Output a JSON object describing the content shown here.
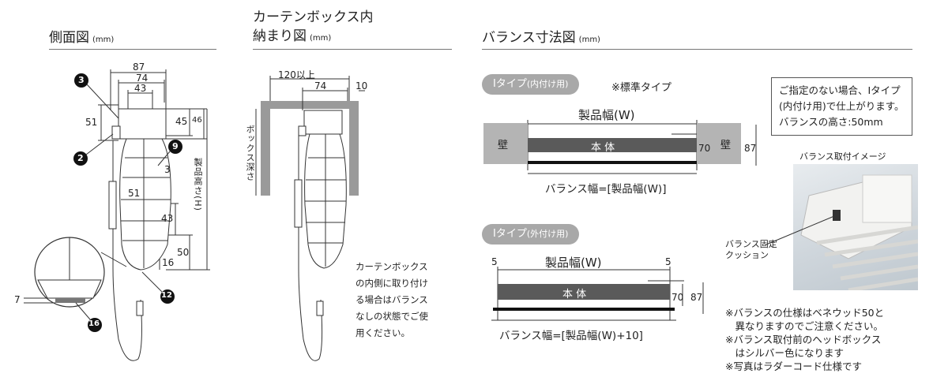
{
  "side_view": {
    "title": "側面図",
    "unit": "(mm)",
    "dims": {
      "d87": "87",
      "d74": "74",
      "d43": "43",
      "d51a": "51",
      "d45": "45",
      "d46": "46",
      "d3": "3",
      "d51b": "51",
      "d43b": "43",
      "d50": "50",
      "d16": "16",
      "d7": "7"
    },
    "height_label": "製品高さ(H)",
    "callouts": [
      "3",
      "2",
      "9",
      "12",
      "16"
    ]
  },
  "box_view": {
    "title_line1": "カーテンボックス内",
    "title_line2": "納まり図",
    "unit": "(mm)",
    "dims": {
      "d120": "120以上",
      "d74": "74",
      "d10": "10"
    },
    "depth_label": "ボックス深さ",
    "note_lines": [
      "カーテンボックス",
      "の内側に取り付け",
      "る場合はバランス",
      "なしの状態でご使",
      "用ください。"
    ]
  },
  "valance": {
    "title": "バランス寸法図",
    "unit": "(mm)",
    "type_inner": {
      "pill_main": "Iタイプ",
      "pill_sub": "(内付け用)",
      "tag": "※標準タイプ",
      "width_label": "製品幅(W)",
      "wall": "壁",
      "body": "本 体",
      "d70": "70",
      "d87": "87",
      "valance_width": "バランス幅=[製品幅(W)]"
    },
    "type_outer": {
      "pill_main": "Iタイプ",
      "pill_sub": "(外付け用)",
      "width_label": "製品幅(W)",
      "d5a": "5",
      "d5b": "5",
      "body": "本 体",
      "d70": "70",
      "d87": "87",
      "valance_width": "バランス幅=[製品幅(W)+10]"
    }
  },
  "info_box_lines": [
    "ご指定のない場合、Iタイプ",
    "(内付け用)で仕上がります。",
    "バランスの高さ:50mm"
  ],
  "photo": {
    "caption": "バランス取付イメージ",
    "cushion_label_1": "バランス固定",
    "cushion_label_2": "クッション"
  },
  "footnotes": [
    "※バランスの仕様はベネウッド50と",
    "　異なりますのでご注意ください。",
    "※バランス取付前のヘッドボックス",
    "　はシルバー色になります",
    "※写真はラダーコード仕様です"
  ],
  "colors": {
    "pill": "#a8a8a8",
    "body_bar": "#5a5a5a",
    "wall": "#b4b4b4",
    "box_wall": "#9a9a9a"
  }
}
